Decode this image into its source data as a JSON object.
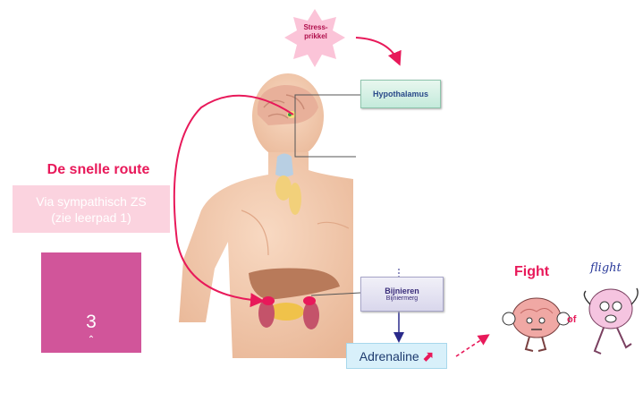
{
  "stress": {
    "label": "Stress-\nprikkel",
    "line1": "Stress-",
    "line2": "prikkel"
  },
  "hypothalamus": {
    "label": "Hypothalamus"
  },
  "route": {
    "title": "De snelle route",
    "line1": "Via sympathisch ZS",
    "line2": "(zie leerpad 1)"
  },
  "timer": {
    "value": "3",
    "icon": "timer-icon"
  },
  "bijnieren": {
    "title": "Bijnieren",
    "subtitle": "Bijniermerg"
  },
  "adrenaline": {
    "label": "Adrenaline",
    "trend_icon": "arrow-up-icon"
  },
  "outcome": {
    "fight": "Fight",
    "or": "of",
    "flight": "flight"
  },
  "colors": {
    "accent": "#e8195a",
    "timer": "#d1559a",
    "route_box": "#fbd3df",
    "adrenaline_box": "#d8f0fa"
  }
}
